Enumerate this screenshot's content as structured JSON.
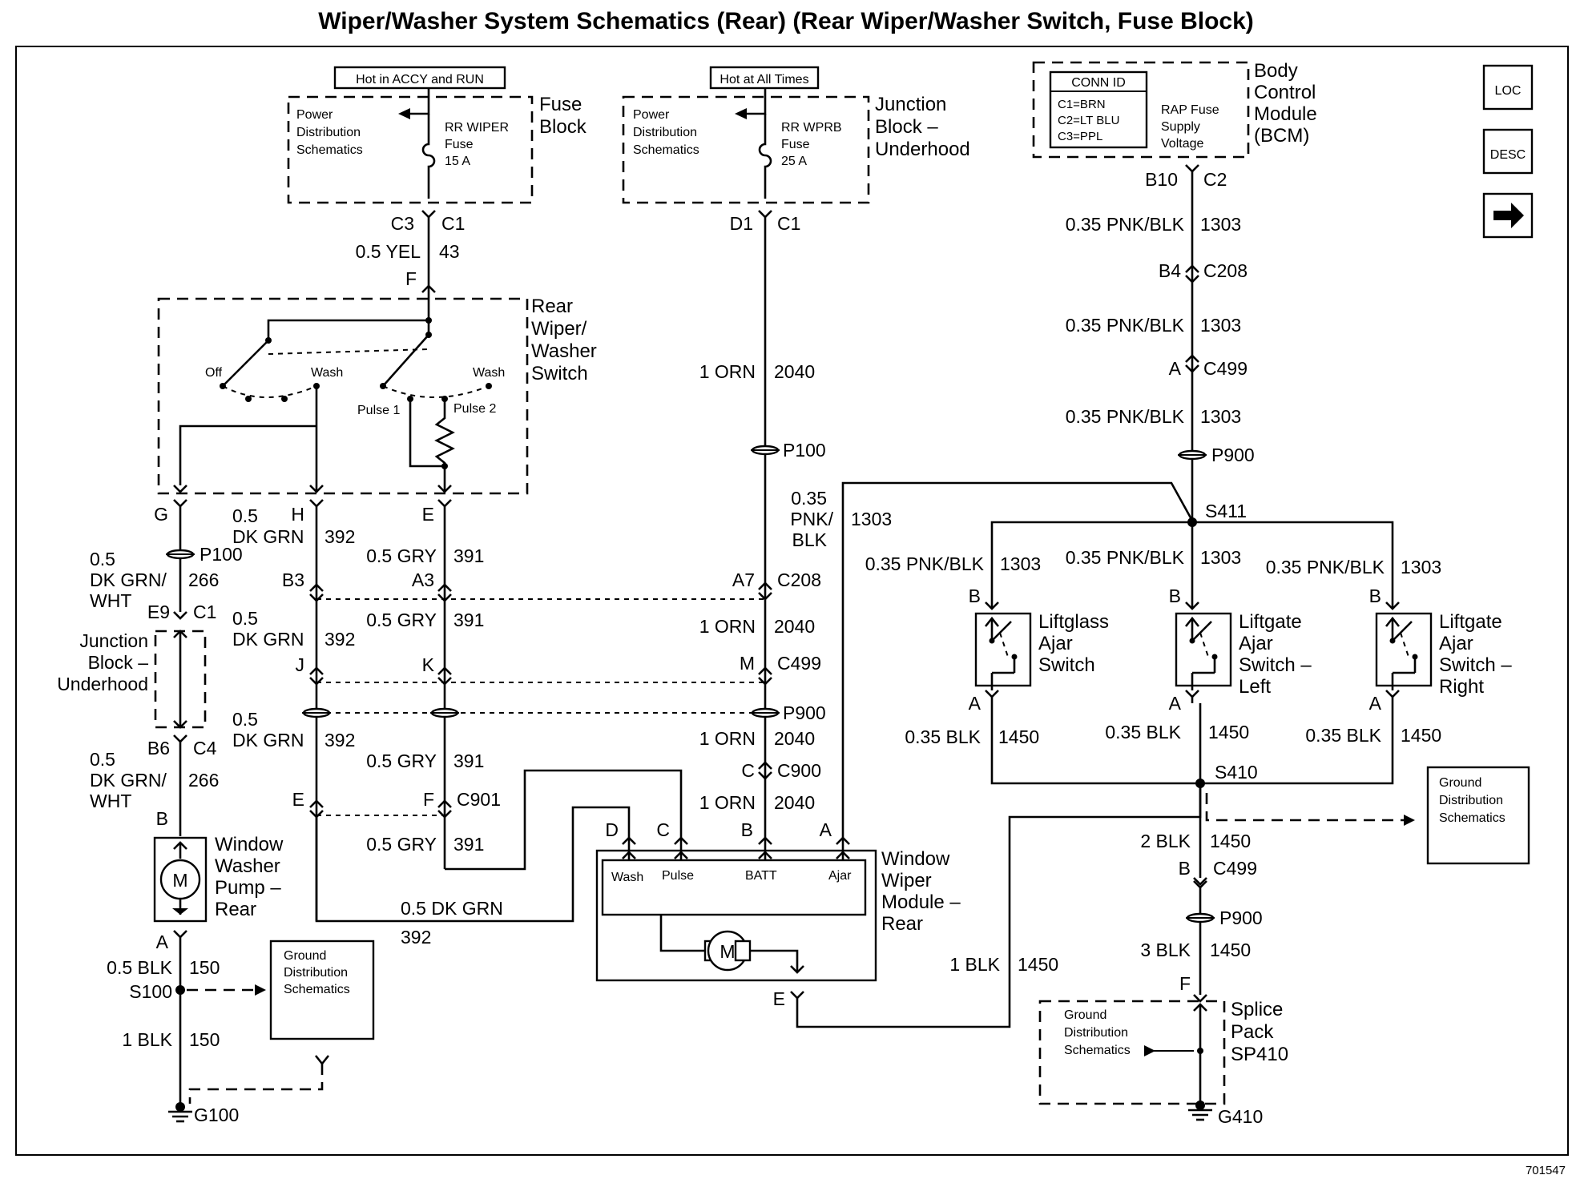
{
  "title": "Wiper/Washer System Schematics (Rear) (Rear Wiper/Washer Switch, Fuse Block)",
  "figure_id": "701547",
  "nav": {
    "loc": "LOC",
    "desc": "DESC",
    "next_icon": "arrow-right-icon"
  },
  "fuse_block": {
    "hot_label": "Hot in ACCY and RUN",
    "pds": [
      "Power",
      "Distribution",
      "Schematics"
    ],
    "fuse": [
      "RR WIPER",
      "Fuse",
      "15 A"
    ],
    "name": [
      "Fuse",
      "Block"
    ],
    "conn_left": "C3",
    "conn_right": "C1"
  },
  "junction_underhood": {
    "hot_label": "Hot at All Times",
    "pds": [
      "Power",
      "Distribution",
      "Schematics"
    ],
    "fuse": [
      "RR WPRB",
      "Fuse",
      "25 A"
    ],
    "name": [
      "Junction",
      "Block –",
      "Underhood"
    ],
    "conn_left": "D1",
    "conn_right": "C1"
  },
  "bcm": {
    "conn_id": [
      "CONN ID",
      "C1=BRN",
      "C2=LT BLU",
      "C3=PPL"
    ],
    "rap": [
      "RAP Fuse",
      "Supply",
      "Voltage"
    ],
    "name": [
      "Body",
      "Control",
      "Module",
      "(BCM)"
    ],
    "pin": "B10",
    "conn": "C2"
  },
  "rear_switch": {
    "name": [
      "Rear",
      "Wiper/",
      "Washer",
      "Switch"
    ],
    "labels": [
      "Off",
      "Wash",
      "Wash",
      "Pulse 1",
      "Pulse 2"
    ],
    "pins": [
      "G",
      "H",
      "E"
    ],
    "in_pin": "F"
  },
  "wires": {
    "w43": [
      "0.5 YEL",
      "43"
    ],
    "w2040": [
      "1 ORN",
      "2040"
    ],
    "w1303": [
      "0.35 PNK/BLK",
      "1303"
    ],
    "w1303_split": [
      "0.35",
      "PNK/",
      "BLK",
      "1303"
    ],
    "w392": [
      "0.5",
      "DK GRN",
      "392"
    ],
    "w391": [
      "0.5 GRY",
      "391"
    ],
    "w266": [
      "0.5",
      "DK GRN/",
      "WHT",
      "266"
    ],
    "w392_bottom": [
      "0.5 DK GRN",
      "392"
    ],
    "w1450": [
      "0.35 BLK",
      "1450"
    ],
    "w150a": [
      "0.5 BLK",
      "150"
    ],
    "w150b": [
      "1 BLK",
      "150"
    ],
    "w1450_2": [
      "2 BLK",
      "1450"
    ],
    "w1450_3": [
      "3 BLK",
      "1450"
    ],
    "w1450_1": [
      "1 BLK",
      "1450"
    ]
  },
  "connectors": {
    "c208_pin_bcm": "B4",
    "c208": "C208",
    "c499_pin_bcm": "A",
    "c499": "C499",
    "p900": "P900",
    "p100": "P100",
    "s411": "S411",
    "s410": "S410",
    "s100": "S100",
    "b3": "B3",
    "a3": "A3",
    "a7": "A7",
    "j": "J",
    "k": "K",
    "m": "M",
    "c900": "C900",
    "c900_pin": "C",
    "c901": "C901",
    "e": "E",
    "f": "F",
    "e9": "E9",
    "c1": "C1",
    "b6": "B6",
    "c4": "C4",
    "b": "B",
    "a": "A",
    "c499_low_pin": "B",
    "c499_low": "C499",
    "ff": "F",
    "g100": "G100",
    "g410": "G410"
  },
  "junction_small": [
    "Junction",
    "Block –",
    "Underhood"
  ],
  "washer_pump": [
    "Window",
    "Washer",
    "Pump –",
    "Rear"
  ],
  "motor_symbol": "M",
  "wiper_module": {
    "name": [
      "Window",
      "Wiper",
      "Module –",
      "Rear"
    ],
    "pins": [
      "D",
      "C",
      "B",
      "A"
    ],
    "terminals": [
      "Wash",
      "Pulse",
      "BATT",
      "Ajar"
    ],
    "ground_pin": "E"
  },
  "ajar_switches": [
    {
      "name": [
        "Liftglass",
        "Ajar",
        "Switch"
      ],
      "top": "B",
      "bottom": "A"
    },
    {
      "name": [
        "Liftgate",
        "Ajar",
        "Switch –",
        "Left"
      ],
      "top": "B",
      "bottom": "A"
    },
    {
      "name": [
        "Liftgate",
        "Ajar",
        "Switch –",
        "Right"
      ],
      "top": "B",
      "bottom": "A"
    }
  ],
  "gds": [
    "Ground",
    "Distribution",
    "Schematics"
  ],
  "splice_pack": [
    "Splice",
    "Pack",
    "SP410"
  ]
}
